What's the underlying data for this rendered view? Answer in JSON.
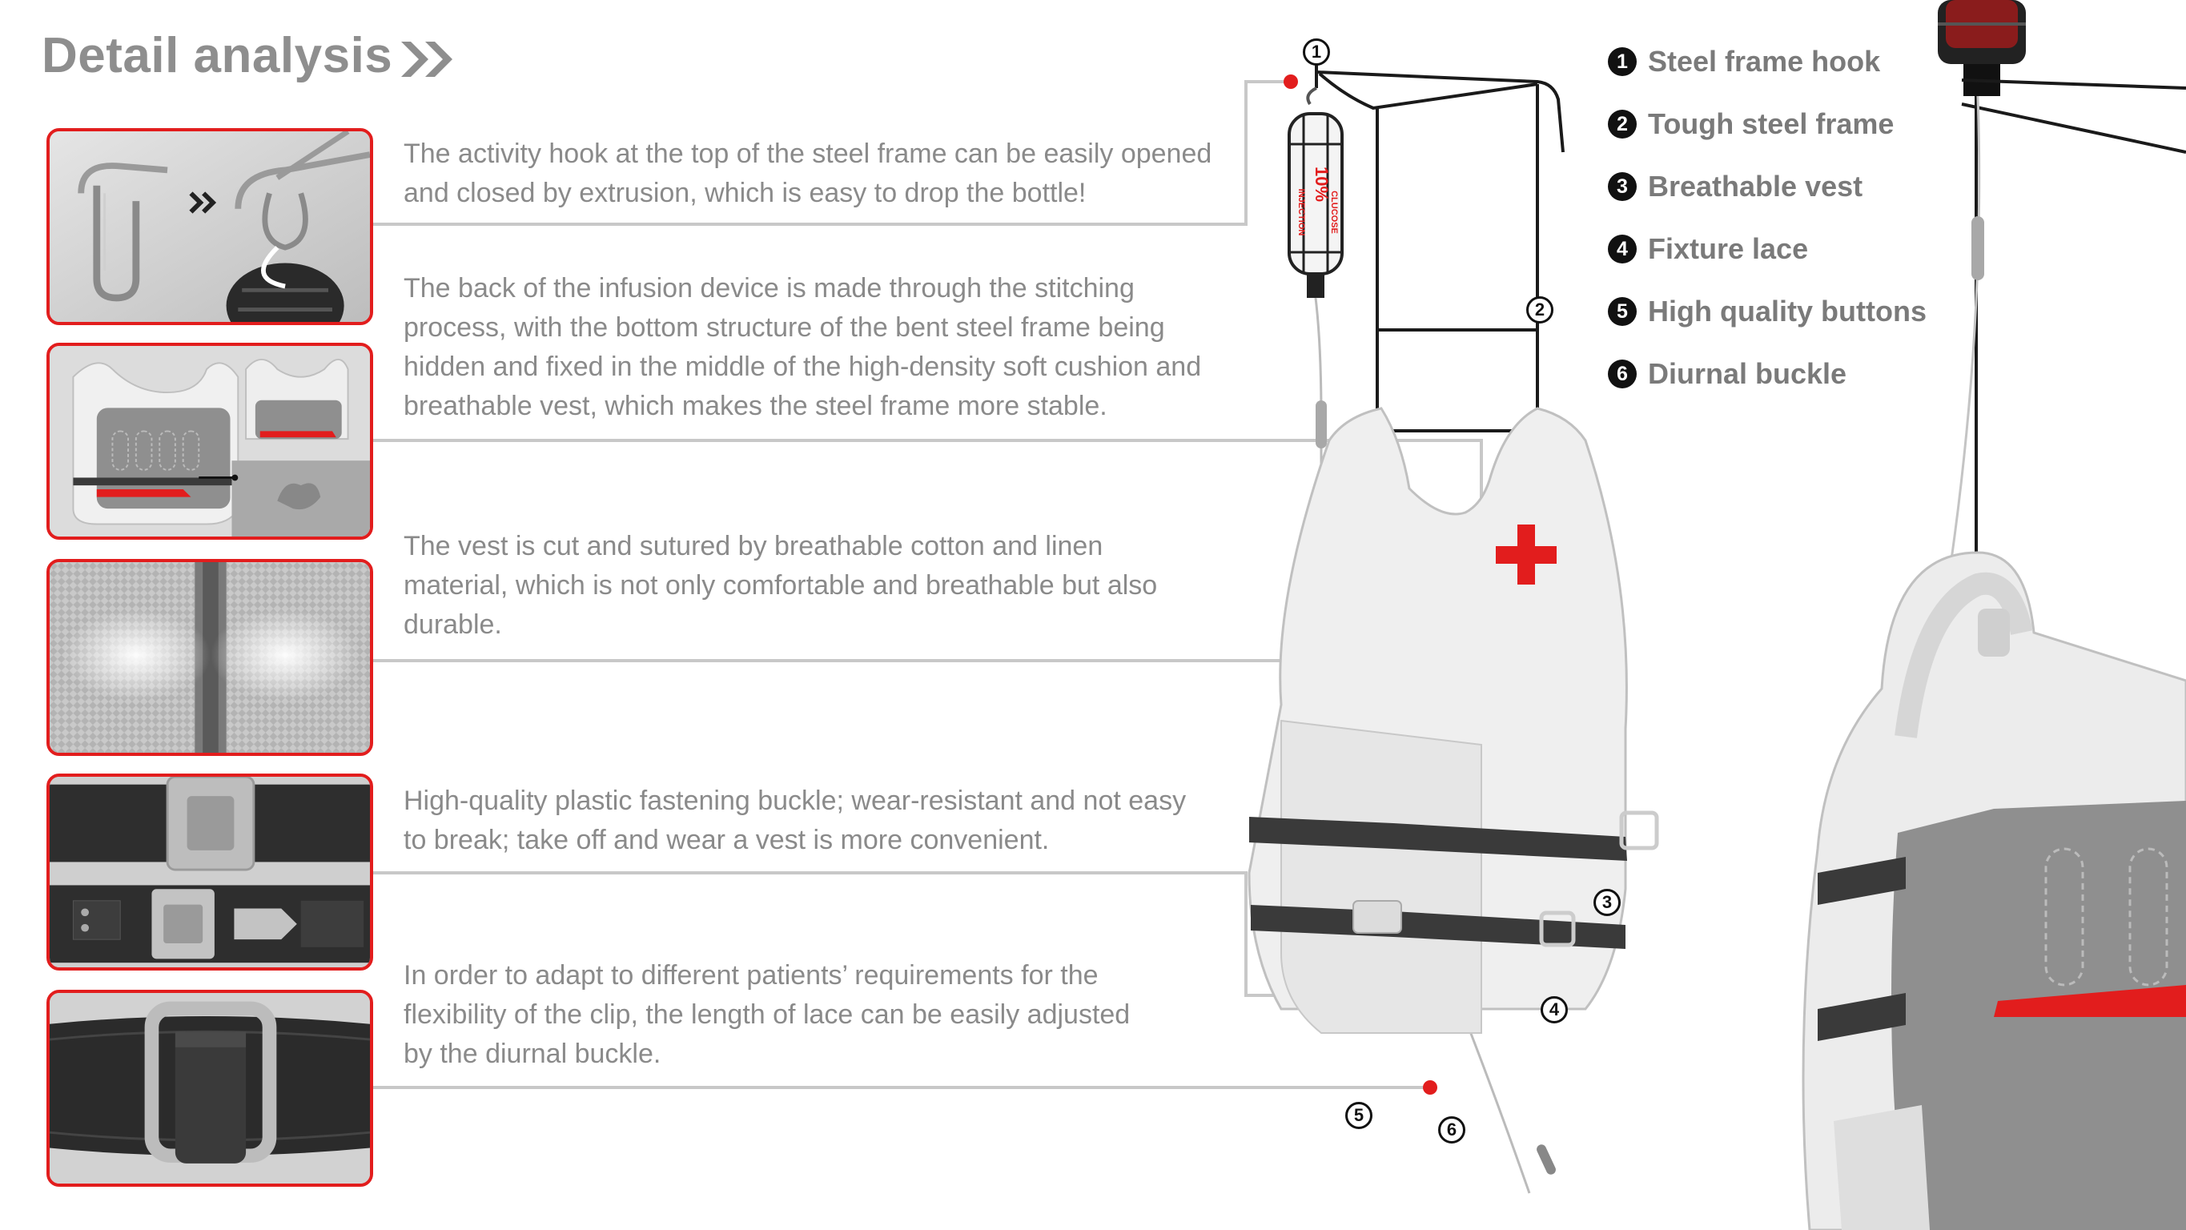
{
  "header": {
    "title": "Detail analysis"
  },
  "details": [
    {
      "text": "The activity hook at the top of the steel frame can be easily opened and closed by extrusion, which is easy to drop the bottle!"
    },
    {
      "text": "The back of the infusion device is made through the stitching process, with the bottom structure of the bent steel frame being hidden and fixed in the middle of the high-density soft cushion and breathable vest, which makes the steel frame more stable."
    },
    {
      "text": "The vest is cut and sutured by breathable cotton and linen material, which is not only comfortable and breathable but also durable."
    },
    {
      "text": "High-quality plastic fastening buckle; wear-resistant and not easy to break; take off and wear a vest is more convenient."
    },
    {
      "text": "In order to adapt to different patients’ requirements for the flexibility of the clip, the length of lace can be easily adjusted by the diurnal buckle."
    }
  ],
  "legend": [
    {
      "num": "1",
      "label": "Steel frame hook"
    },
    {
      "num": "2",
      "label": "Tough steel frame"
    },
    {
      "num": "3",
      "label": "Breathable vest"
    },
    {
      "num": "4",
      "label": "Fixture lace"
    },
    {
      "num": "5",
      "label": "High quality buttons"
    },
    {
      "num": "6",
      "label": "Diurnal buckle"
    }
  ],
  "figure_markers": [
    "1",
    "2",
    "3",
    "4",
    "5",
    "6"
  ],
  "bottle": {
    "label_percent": "10%",
    "label_text": "INJECTION",
    "label_text_2": "CLUCOSE"
  },
  "colors": {
    "accent": "#e21d1d",
    "text": "#8a8a8a",
    "line": "#c8c8c8",
    "vest": "#efefef",
    "strap": "#3a3a3a"
  }
}
